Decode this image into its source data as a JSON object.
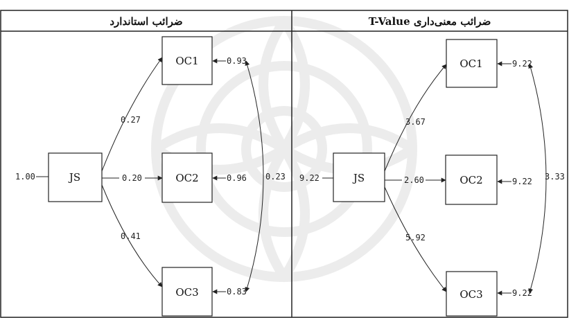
{
  "left_panel": {
    "title": "ضرائب استاندارد",
    "source_error": "1.00",
    "source": "JS",
    "paths": [
      {
        "target": "OC1",
        "coef": "0.27",
        "error": "0.93"
      },
      {
        "target": "OC2",
        "coef": "0.20",
        "error": "0.96"
      },
      {
        "target": "OC3",
        "coef": "0.41",
        "error": "0.83"
      }
    ],
    "covariance": "0.23"
  },
  "right_panel": {
    "title": "ضرائب معنی‌داری  T-Value",
    "source_error": "9.22",
    "source": "JS",
    "paths": [
      {
        "target": "OC1",
        "coef": "3.67",
        "error": "9.22"
      },
      {
        "target": "OC2",
        "coef": "2.60",
        "error": "9.22"
      },
      {
        "target": "OC3",
        "coef": "5.92",
        "error": "9.22"
      }
    ],
    "covariance": "3.33"
  }
}
